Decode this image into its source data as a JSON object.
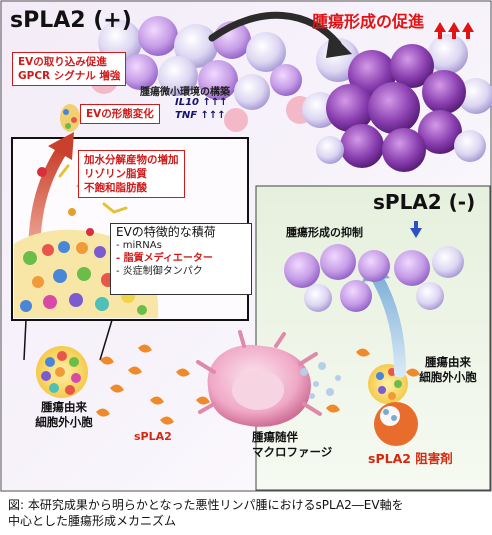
{
  "titles": {
    "spla2_plus": "sPLA2 (+)",
    "spla2_minus": "sPLA2 (-)"
  },
  "left_panel": {
    "ev_uptake_box": [
      "EVの取り込み促進",
      "GPCR シグナル 増強"
    ],
    "ev_morphology_box": "EVの形態変化",
    "hydrolysis_box": [
      "加水分解産物の増加",
      "リゾリン脂質",
      "不飽和脂肪酸"
    ],
    "ev_cargo": {
      "title": "EVの特徴的な積荷",
      "items": [
        "- miRNAs",
        "- 脂質メディエーター",
        "- 炎症制御タンパク"
      ]
    },
    "tumor_ev_label": [
      "腫瘍由来",
      "細胞外小胞"
    ],
    "spla2_label": "sPLA2"
  },
  "top_right": {
    "promotion": "腫瘍形成の促進",
    "microenvironment": "腫瘍微小環境の構築",
    "il10": "IL10 ↑↑↑",
    "tnf": "TNF ↑↑↑"
  },
  "right_panel": {
    "suppression": "腫瘍形成の抑制",
    "tumor_ev_label": [
      "腫瘍由来",
      "細胞外小胞"
    ],
    "macrophage_label": [
      "腫瘍随伴",
      "マクロファージ"
    ],
    "inhibitor_label": "sPLA2 阻害剤"
  },
  "caption": [
    "図: 本研究成果から明らかとなった悪性リンパ腫におけるsPLA2―EV軸を",
    "中心とした腫瘍形成メカニズム"
  ],
  "colors": {
    "accent_red": "#d21a1a",
    "panel_green": "#e3eedb",
    "tumor_purple": "#8a3fb0"
  }
}
